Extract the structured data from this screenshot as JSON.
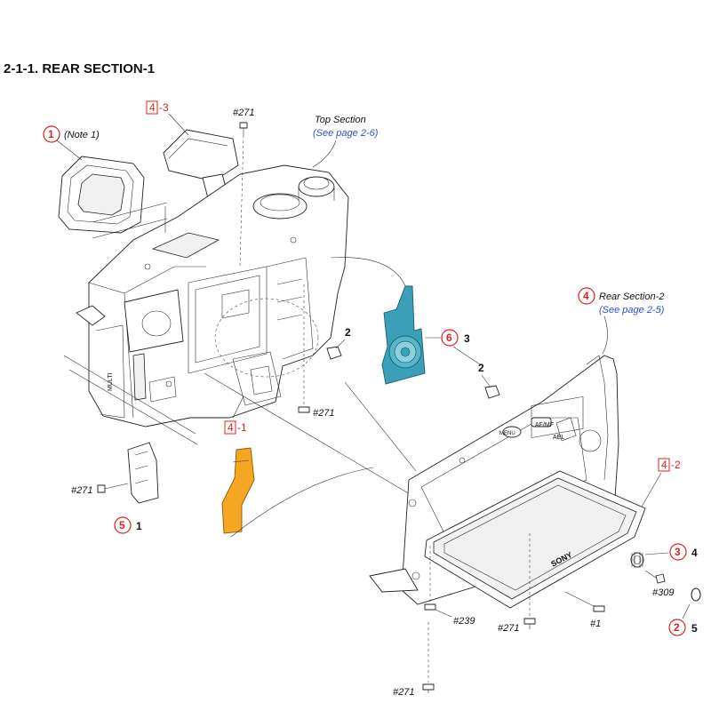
{
  "title": "2-1-1. REAR SECTION-1",
  "callouts": {
    "c1_num": "1",
    "c1_note": "(Note 1)",
    "c2_num": "2",
    "c2_qty": "5",
    "c3_num": "3",
    "c3_qty": "4",
    "c4_num": "4",
    "c5_num": "5",
    "c5_qty": "1",
    "c6_num": "6",
    "c6_qty": "3"
  },
  "boxed_refs": {
    "b1_num": "4",
    "b1_suffix": "-3",
    "b2_num": "4",
    "b2_suffix": "-1",
    "b3_num": "4",
    "b3_suffix": "-2"
  },
  "section_refs": {
    "top_label": "Top Section",
    "top_page": "(See page 2-6)",
    "rear2_label": "Rear Section-2",
    "rear2_page": "(See page 2-5)"
  },
  "screws": {
    "s271_top": "#271",
    "s271_center": "#271",
    "s271_left": "#271",
    "s239": "#239",
    "s271_bottom": "#271",
    "s271_lower": "#271",
    "s1": "#1",
    "s309": "#309"
  },
  "plain_numbers": {
    "n2a": "2",
    "n2b": "2"
  },
  "product_marks": {
    "brand": "SONY",
    "button_af": "AF/MF",
    "button_ael": "AEL",
    "button_menu": "MENU",
    "body_side": "MULTI"
  },
  "colors": {
    "callout_red": "#e0201f",
    "link_blue": "#2b4fd6",
    "flex_orange": "#f5a623",
    "dial_teal": "#3aa0b8"
  }
}
